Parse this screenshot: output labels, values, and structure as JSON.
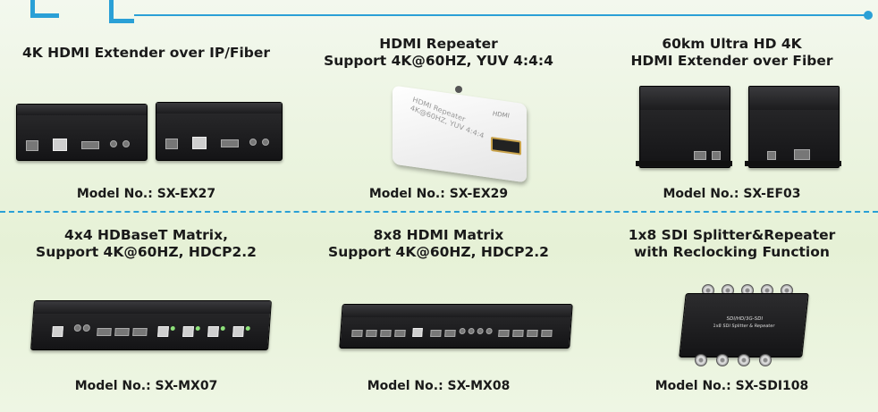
{
  "products": [
    {
      "title_lines": [
        "4K HDMI Extender over IP/Fiber"
      ],
      "model": "Model No.: SX-EX27"
    },
    {
      "title_lines": [
        "HDMI Repeater",
        "Support 4K@60HZ, YUV 4:4:4"
      ],
      "model": "Model No.: SX-EX29",
      "device_label": [
        "HDMI Repeater",
        "4K@60HZ, YUV 4:4:4"
      ],
      "device_brand": "HDMI"
    },
    {
      "title_lines": [
        "60km Ultra HD 4K",
        "HDMI Extender over Fiber"
      ],
      "model": "Model No.: SX-EF03"
    },
    {
      "title_lines": [
        "4x4 HDBaseT Matrix,",
        "Support 4K@60HZ,  HDCP2.2"
      ],
      "model": "Model No.: SX-MX07"
    },
    {
      "title_lines": [
        "8x8 HDMI Matrix",
        "Support 4K@60HZ,  HDCP2.2"
      ],
      "model": "Model No.: SX-MX08"
    },
    {
      "title_lines": [
        "1x8 SDI Splitter&Repeater",
        "with Reclocking Function"
      ],
      "model": "Model No.: SX-SDI108",
      "device_label": [
        "SDI/HD/3G-SDI",
        "1x8 SDI Splitter & Repeater"
      ]
    }
  ],
  "colors": {
    "accent": "#2aa0d6",
    "background": "#e6f1d6"
  }
}
